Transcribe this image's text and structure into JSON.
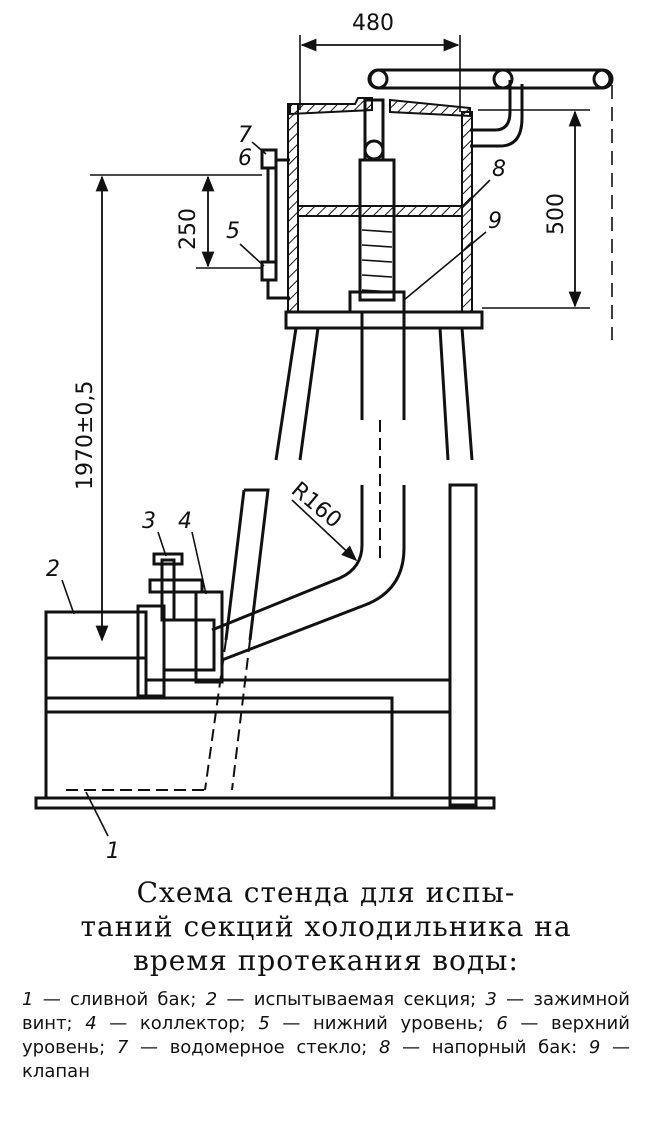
{
  "diagram": {
    "dimensions": {
      "width_top": "480",
      "tank_height": "500",
      "level_gap": "250",
      "stand_height": "1970±0,5",
      "pipe_radius": "R160"
    },
    "callouts": [
      "1",
      "2",
      "3",
      "4",
      "5",
      "6",
      "7",
      "8",
      "9"
    ]
  },
  "caption": {
    "title_lines": [
      "Схема стенда для испы-",
      "таний секций холодильника на",
      "время протекания воды:"
    ],
    "legend": [
      {
        "num": "1",
        "text": "сливной бак;"
      },
      {
        "num": "2",
        "text": "испытываемая секция;"
      },
      {
        "num": "3",
        "text": "зажимной винт;"
      },
      {
        "num": "4",
        "text": "коллектор;"
      },
      {
        "num": "5",
        "text": "нижний уровень;"
      },
      {
        "num": "6",
        "text": "верхний уровень;"
      },
      {
        "num": "7",
        "text": "водомерное стекло;"
      },
      {
        "num": "8",
        "text": "напорный бак:"
      },
      {
        "num": "9",
        "text": "клапан"
      }
    ]
  }
}
